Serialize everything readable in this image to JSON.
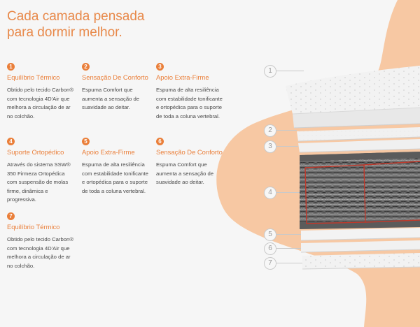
{
  "heading": {
    "line1": "Cada camada pensada",
    "line2": "para dormir melhor."
  },
  "features": [
    {
      "number": "1",
      "title": "Equilíbrio Térmico",
      "description": "Obtido pelo tecido Carbon® com tecnologia 4D'Air que melhora a circulação de ar no colchão."
    },
    {
      "number": "2",
      "title": "Sensação De Conforto",
      "description": "Espuma Comfort que aumenta a sensação de suavidade ao deitar."
    },
    {
      "number": "3",
      "title": "Apoio Extra-Firme",
      "description": "Espuma de alta resiliência com estabilidade tonificante e ortopédica para o suporte de toda a coluna vertebral."
    },
    {
      "number": "4",
      "title": "Suporte Ortopédico",
      "description": "Através do sistema SSW® 350 Firmeza Ortopédica com suspensão de molas firme, dinâmica e progressiva."
    },
    {
      "number": "5",
      "title": "Apoio Extra-Firme",
      "description": "Espuma de alta resiliência com estabilidade tonificante e ortopédica para o suporte de toda a coluna vertebral."
    },
    {
      "number": "6",
      "title": "Sensação De Conforto",
      "description": "Espuma Comfort que aumenta a sensação de suavidade ao deitar."
    },
    {
      "number": "7",
      "title": "Equilíbrio Térmico",
      "description": "Obtido pelo tecido Carbon® com tecnologia 4D'Air que melhora a circulação de ar no colchão."
    }
  ],
  "callouts": [
    "1",
    "2",
    "3",
    "4",
    "5",
    "6",
    "7"
  ],
  "colors": {
    "accent": "#ea7f3a",
    "blob": "#f7c8a3",
    "background": "#f6f6f6",
    "text": "#4a4a4a",
    "spring_frame": "#c0392b"
  }
}
